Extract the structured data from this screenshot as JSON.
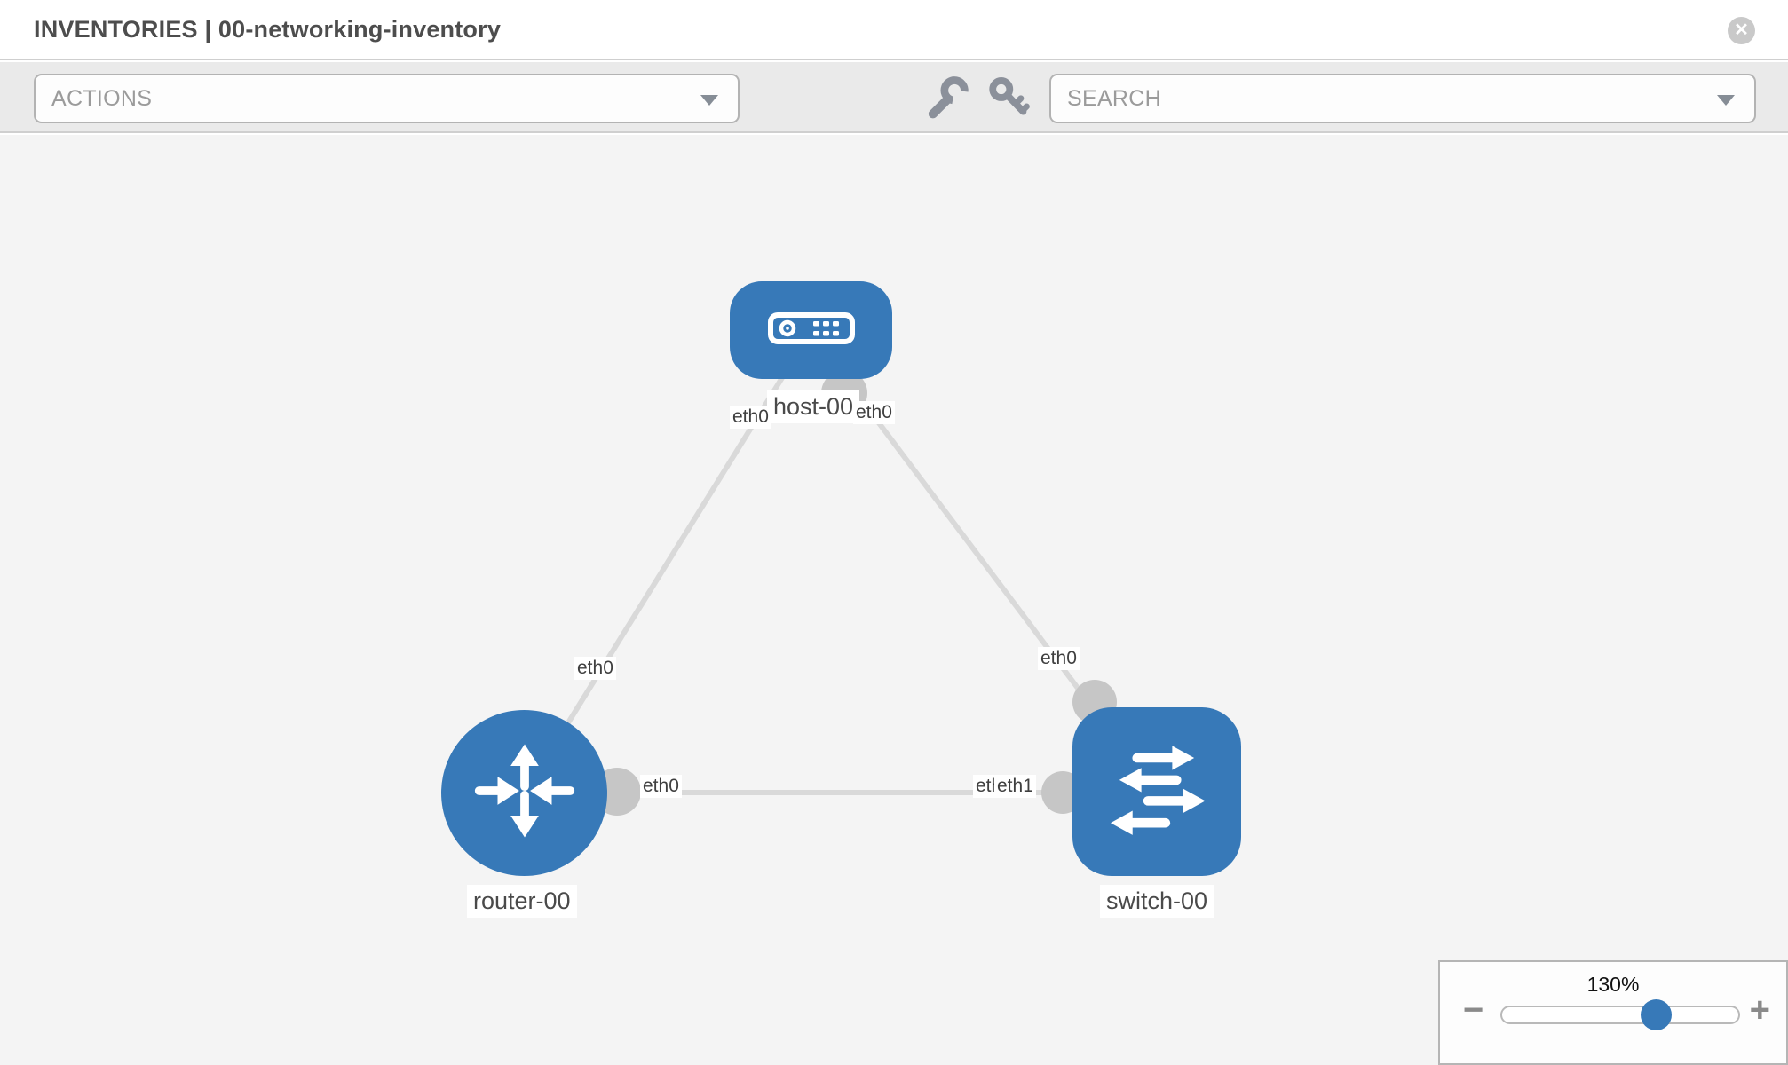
{
  "header": {
    "title": "INVENTORIES | 00-networking-inventory",
    "close_glyph": "✕"
  },
  "toolbar": {
    "actions_label": "ACTIONS",
    "search_label": "SEARCH"
  },
  "canvas": {
    "nodes": [
      {
        "label": "host-00",
        "type": "host"
      },
      {
        "label": "router-00",
        "type": "router"
      },
      {
        "label": "switch-00",
        "type": "switch"
      }
    ],
    "interface_labels": {
      "host_end_to_router": "eth0",
      "host_end_to_switch": "eth0",
      "router_end_to_host": "eth0",
      "switch_end_to_host": "eth0",
      "router_end_to_switch": "eth0",
      "switch_end_to_router_back": "eth0",
      "switch_end_to_router_front": "eth1"
    }
  },
  "zoom_control": {
    "level": "130%",
    "minus_label": "−",
    "plus_label": "+"
  },
  "colors": {
    "node_blue": "#3779b8",
    "link_gray": "#d9d9d9",
    "port_gray": "#c6c6c6",
    "canvas_bg": "#f4f4f4",
    "icon_gray": "#8b909a"
  }
}
